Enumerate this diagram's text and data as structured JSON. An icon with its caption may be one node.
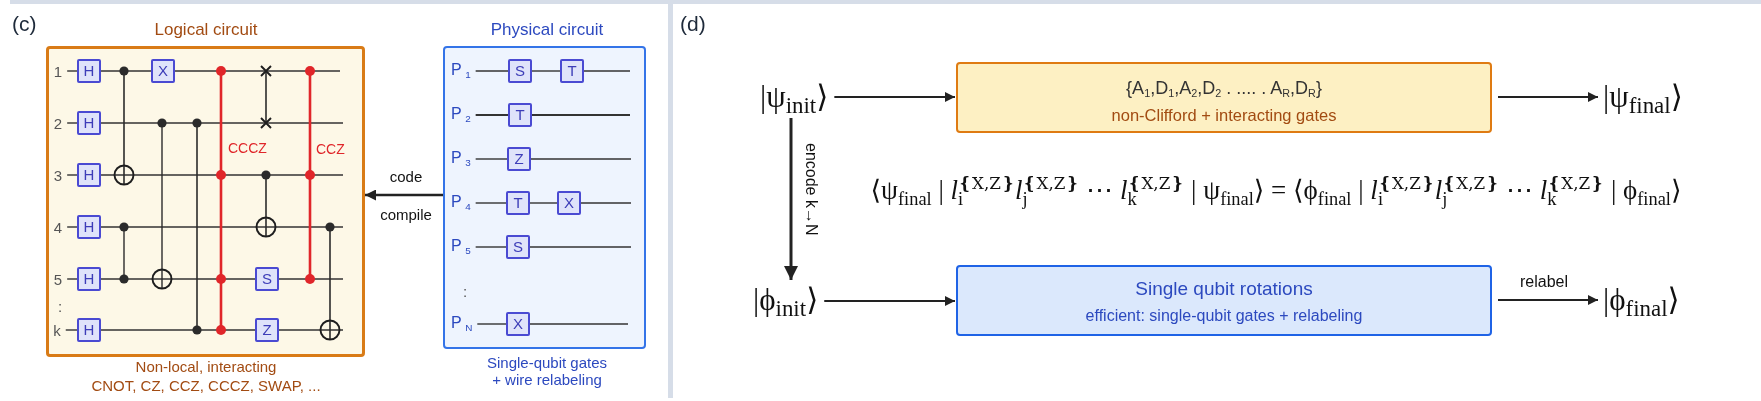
{
  "diagram": {
    "nodes": [
      {
        "text": [
          "Logical circuit"
        ],
        "beside": [
          "Non-local, interacting",
          "CNOT, CZ, CCZ, CCCZ, SWAP, ..."
        ]
      },
      {
        "text": [
          "1"
        ],
        "in": 0
      },
      {
        "text": [
          "H"
        ],
        "in": 0
      },
      {
        "text": [
          "X"
        ],
        "in": 0
      },
      {
        "text": [
          "2"
        ],
        "in": 0
      },
      {
        "text": [
          "H"
        ],
        "in": 0
      },
      {
        "text": [
          "3"
        ],
        "in": 0
      },
      {
        "text": [
          "H"
        ],
        "in": 0
      },
      {
        "text": [
          "4"
        ],
        "in": 0
      },
      {
        "text": [
          "H"
        ],
        "in": 0
      },
      {
        "text": [
          "5"
        ],
        "in": 0
      },
      {
        "text": [
          "H"
        ],
        "in": 0
      },
      {
        "text": [
          "S"
        ],
        "in": 0
      },
      {
        "text": [
          "k"
        ],
        "in": 0
      },
      {
        "text": [
          "H"
        ],
        "in": 0
      },
      {
        "text": [
          "Z"
        ],
        "in": 0
      },
      {
        "text": [
          "Physical circuit"
        ],
        "beside": [
          "Single-qubit gates + wire relabeling"
        ]
      },
      {
        "text": [
          "P$_{1}$"
        ],
        "in": 16
      },
      {
        "text": [
          "S"
        ],
        "in": 16
      },
      {
        "text": [
          "T"
        ],
        "in": 16
      },
      {
        "text": [
          "P$_{2}$"
        ],
        "in": 16
      },
      {
        "text": [
          "T"
        ],
        "in": 16
      },
      {
        "text": [
          "P$_{3}$"
        ],
        "in": 16
      },
      {
        "text": [
          "Z"
        ],
        "in": 16
      },
      {
        "text": [
          "P$_{4}$"
        ],
        "in": 16
      },
      {
        "text": [
          "T"
        ],
        "in": 16
      },
      {
        "text": [
          "X"
        ],
        "in": 16
      },
      {
        "text": [
          "P$_{5}$"
        ],
        "in": 16
      },
      {
        "text": [
          "S"
        ],
        "in": 16
      },
      {
        "text": [
          "P$_{N}$"
        ],
        "in": 16
      },
      {
        "text": [
          "X"
        ],
        "in": 16
      },
      {
        "text": [
          "|ψ$_{init}$⟩"
        ]
      },
      {
        "text": [
          "{A$_{1}$,D$_{1}$,A$_{2}$,D$_{2}$ . .... . A$_{R}$,D$_{R}$}",
          "non-Clifford + interacting gates"
        ]
      },
      {
        "text": [
          "|ψ$_{final}$⟩"
        ]
      },
      {
        "text": [
          "|ϕ$_{init}$⟩"
        ]
      },
      {
        "text": [
          "Single qubit rotations",
          "efficient: single-qubit gates + relabeling"
        ]
      },
      {
        "text": [
          "|ϕ$_{final}$⟩"
        ]
      }
    ],
    "edges": [
      {
        "from": 1,
        "to": 2,
        "arrow": "none"
      },
      {
        "from": 2,
        "to": 3,
        "arrow": "none"
      },
      {
        "from": 3,
        "to": null,
        "arrow": "none"
      },
      {
        "from": 4,
        "to": 5,
        "arrow": "none"
      },
      {
        "from": 5,
        "to": null,
        "arrow": "none"
      },
      {
        "from": 6,
        "to": 7,
        "arrow": "none"
      },
      {
        "from": 7,
        "to": null,
        "arrow": "none"
      },
      {
        "from": 8,
        "to": 9,
        "arrow": "none"
      },
      {
        "from": 9,
        "to": null,
        "arrow": "none"
      },
      {
        "from": 10,
        "to": 11,
        "arrow": "none"
      },
      {
        "from": 11,
        "to": 12,
        "arrow": "none"
      },
      {
        "from": 12,
        "to": null,
        "arrow": "none"
      },
      {
        "from": 13,
        "to": 14,
        "arrow": "none"
      },
      {
        "from": 14,
        "to": 15,
        "arrow": "none"
      },
      {
        "from": 15,
        "to": null,
        "arrow": "none"
      },
      {
        "from": 17,
        "to": 18,
        "arrow": "none"
      },
      {
        "from": 18,
        "to": 19,
        "arrow": "none"
      },
      {
        "from": 19,
        "to": null,
        "arrow": "none"
      },
      {
        "from": 20,
        "to": 21,
        "arrow": "none"
      },
      {
        "from": 21,
        "to": null,
        "arrow": "none"
      },
      {
        "from": 22,
        "to": 23,
        "arrow": "none"
      },
      {
        "from": 23,
        "to": null,
        "arrow": "none"
      },
      {
        "from": 24,
        "to": 25,
        "arrow": "none"
      },
      {
        "from": 25,
        "to": 26,
        "arrow": "none"
      },
      {
        "from": 26,
        "to": null,
        "arrow": "none"
      },
      {
        "from": 27,
        "to": 28,
        "arrow": "none"
      },
      {
        "from": 28,
        "to": null,
        "arrow": "none"
      },
      {
        "from": 29,
        "to": 30,
        "arrow": "none"
      },
      {
        "from": 30,
        "to": null,
        "arrow": "none"
      },
      {
        "from": 16,
        "to": 0,
        "arrow": "to",
        "label": "code compile"
      },
      {
        "from": 31,
        "to": 32,
        "arrow": "to"
      },
      {
        "from": 32,
        "to": 33,
        "arrow": "to"
      },
      {
        "from": 31,
        "to": 34,
        "arrow": "to",
        "label": "encode k→N"
      },
      {
        "from": 34,
        "to": 35,
        "arrow": "to"
      },
      {
        "from": 35,
        "to": 36,
        "arrow": "to",
        "label": "relabel"
      }
    ],
    "labels": [
      "(c)",
      ":",
      "CCCZ",
      "CCZ",
      ":",
      "(d)",
      "⟨ψ$_{final}$ | *l*$_{i}$$^{❴X,Z❵}$*l*$_{j}$$^{❴X,Z❵}$ ⋯ *l*$_{k}$$^{❴X,Z❵}$ | ψ$_{final}$⟩ = ⟨ϕ$_{final}$ | *l*$_{i}$$^{❴X,Z❵}$*l*$_{j}$$^{❴X,Z❵}$ ⋯ *l*$_{k}$$^{❴X,Z❵}$ | ϕ$_{final}$⟩"
    ]
  }
}
